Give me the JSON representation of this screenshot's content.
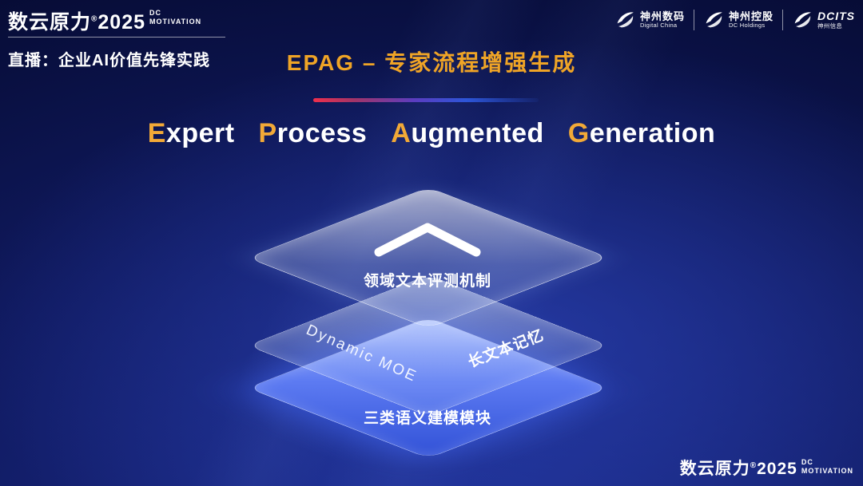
{
  "theme": {
    "gold": "#f2a937",
    "background_deep": "#04061f",
    "layer_blue": "#3f5de4",
    "divider_red": "#ef2f4c"
  },
  "header": {
    "brand": {
      "name": "数云原力",
      "reg": "®",
      "year": "2025",
      "sub_line1": "DC",
      "sub_line2": "MOTIVATION"
    },
    "live_label": "直播：企业AI价值先锋实践",
    "partner_logos": [
      {
        "cn": "神州数码",
        "en": "Digital China"
      },
      {
        "cn": "神州控股",
        "en": "DC Holdings"
      },
      {
        "cn": "DCITS",
        "en": "神州信息"
      }
    ]
  },
  "title": "EPAG – 专家流程增强生成",
  "headline": {
    "words": [
      {
        "initial": "E",
        "rest": "xpert"
      },
      {
        "initial": "P",
        "rest": "rocess"
      },
      {
        "initial": "A",
        "rest": "ugmented"
      },
      {
        "initial": "G",
        "rest": "eneration"
      }
    ]
  },
  "diagram": {
    "top_layer": {
      "label": "领域文本评测机制"
    },
    "middle_layer": {
      "label_left": "Dynamic MOE",
      "label_right": "长文本记忆"
    },
    "bottom_layer": {
      "label": "三类语义建模模块"
    }
  },
  "footer": {
    "brand": {
      "name": "数云原力",
      "reg": "®",
      "year": "2025",
      "sub_line1": "DC",
      "sub_line2": "MOTIVATION"
    }
  }
}
